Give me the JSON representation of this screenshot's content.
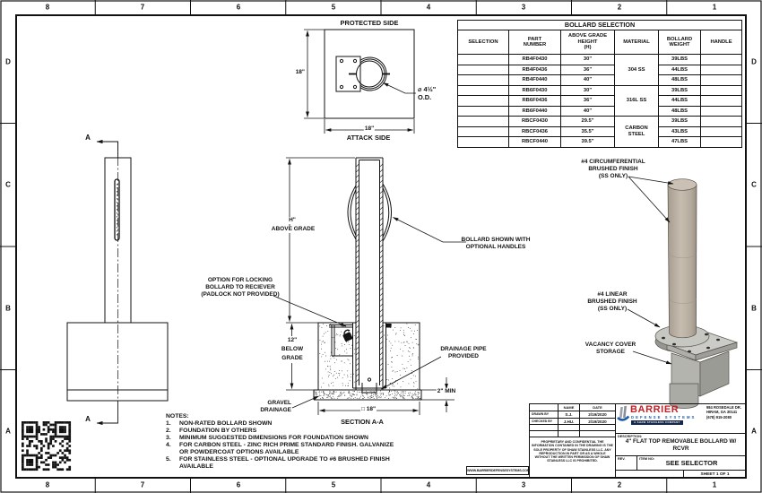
{
  "sheet": {
    "zone_cols": [
      "8",
      "7",
      "6",
      "5",
      "4",
      "3",
      "2",
      "1"
    ],
    "zone_rows": [
      "D",
      "C",
      "B",
      "A"
    ]
  },
  "colors": {
    "line": "#111111",
    "logo_red": "#c42127",
    "logo_blue": "#1e5aa6",
    "bollard_tan": "#b7ad9f",
    "metal_gray": "#b3b4ae"
  },
  "selection_table": {
    "title": "BOLLARD SELECTION",
    "headers": [
      "SELECTION",
      "PART\nNUMBER",
      "ABOVE GRADE\nHEIGHT\n(H)",
      "MATERIAL",
      "BOLLARD\nWEIGHT",
      "HANDLE"
    ],
    "materials": [
      "304 SS",
      "316L SS",
      "CARBON\nSTEEL"
    ],
    "rows": [
      {
        "part_number": "RB4F0430",
        "height": "30\"",
        "weight": "39LBS"
      },
      {
        "part_number": "RB4F0436",
        "height": "36\"",
        "weight": "44LBS"
      },
      {
        "part_number": "RB4F0440",
        "height": "40\"",
        "weight": "48LBS"
      },
      {
        "part_number": "RB6F0430",
        "height": "30\"",
        "weight": "39LBS"
      },
      {
        "part_number": "RB6F0436",
        "height": "36\"",
        "weight": "44LBS"
      },
      {
        "part_number": "RB6F0440",
        "height": "40\"",
        "weight": "48LBS"
      },
      {
        "part_number": "RBCF0430",
        "height": "29.5\"",
        "weight": "39LBS"
      },
      {
        "part_number": "RBCF0436",
        "height": "35.5\"",
        "weight": "43LBS"
      },
      {
        "part_number": "RBCF0440",
        "height": "39.5\"",
        "weight": "47LBS"
      }
    ]
  },
  "plan_view": {
    "protected_side": "PROTECTED SIDE",
    "attack_side": "ATTACK SIDE",
    "width_dim": "18\"",
    "height_dim": "18\"",
    "diameter_label": "⌀ 4½\"\nO.D."
  },
  "section_view": {
    "marker": "A",
    "h_dim": "H\"",
    "above_grade": "ABOVE GRADE",
    "below_grade": "12\"\nBELOW\nGRADE",
    "two_min": "2\" MIN",
    "base_dim": "□ 18\"",
    "label": "SECTION A-A",
    "option_lock": "OPTION FOR LOCKING\nBOLLARD TO RECIEVER\n(PADLOCK NOT PROVIDED)",
    "handles_note": "BOLLARD SHOWN WITH\nOPTIONAL HANDLES",
    "drainage_note": "DRAINAGE PIPE\nPROVIDED",
    "gravel_note": "GRAVEL\nDRAINAGE"
  },
  "iso_view": {
    "circumferential": "#4 CIRCUMFERENTIAL\nBRUSHED FINISH\n(SS ONLY)",
    "linear": "#4 LINEAR\nBRUSHED FINISH\n(SS ONLY)",
    "vacancy": "VACANCY COVER\nSTORAGE"
  },
  "notes": {
    "title": "NOTES:",
    "items": [
      {
        "num": "1.",
        "text": "NON-RATED BOLLARD SHOWN"
      },
      {
        "num": "2.",
        "text": "FOUNDATION BY OTHERS"
      },
      {
        "num": "3.",
        "text": "MINIMUM SUGGESTED DIMENSIONS FOR FOUNDATION SHOWN"
      },
      {
        "num": "4.",
        "text": "FOR CARBON STEEL - ZINC RICH PRIME STANDARD FINISH. GALVANIZE OR POWDERCOAT OPTIONS AVAILABLE"
      },
      {
        "num": "5.",
        "text": "FOR STAINLESS STEEL - OPTIONAL UPGRADE TO #6 BRUSHED FINISH AVAILABLE"
      }
    ]
  },
  "title_block": {
    "name_header": "NAME",
    "date_header": "DATE",
    "drawn_label": "DRAWN BY",
    "drawn_name": "S.J.",
    "drawn_date": "2/19/2020",
    "checked_label": "CHECKED BY",
    "checked_name": "J.HU.",
    "checked_date": "2/19/2020",
    "proprietary": "PROPRIETARY AND CONFIDENTIAL THE INFORMATION CONTAINED IN THE DRAWING IS THE SOLE PROPERTY OF SHAW STAINLESS LLC. ANY REPRODUCTION IN PART OR AS A WHOLE WITHOUT THE WRITTEN PERMISSION OF SHAW STAINLESS LLC IS PROHIBITED.",
    "logo": {
      "brand": "BARRIER",
      "sub": "DEFENSE SYSTEMS",
      "tagline": "A SHAW STAINLESS COMPANY"
    },
    "address": "984 ROSEDALE DR.\nHIRAM, GA 30141\n(678) 915-2080",
    "description_label": "DESCRIPTION:",
    "description": "4\" FLAT TOP REMOVABLE BOLLARD W/\nRCVR",
    "rev_label": "REV.",
    "item_label": "ITEM NO:",
    "item_value": "SEE SELECTOR",
    "sheet_label": "SHEET 1 OF 1",
    "website": "WWW.BARRIERDEFENSESYSTEMS.COM"
  }
}
